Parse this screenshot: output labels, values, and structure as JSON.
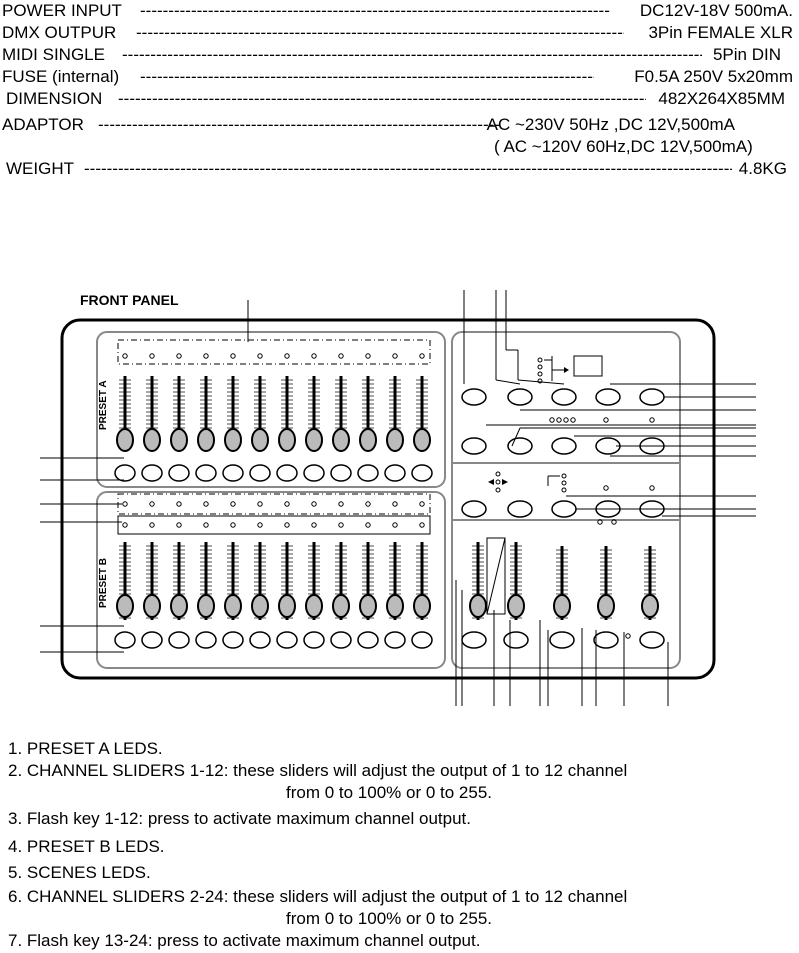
{
  "specs": [
    {
      "key": "POWER INPUT",
      "value": "DC12V-18V  500mA."
    },
    {
      "key": "DMX OUTPUR",
      "value": "3Pin FEMALE XLR"
    },
    {
      "key": "MIDI SINGLE",
      "value": "5Pin DIN"
    },
    {
      "key": "FUSE (internal)",
      "value": "F0.5A  250V  5x20mm"
    },
    {
      "key": "DIMENSION",
      "value": "482X264X85MM"
    },
    {
      "key": "ADAPTOR",
      "value": "AC ~230V 50Hz ,DC 12V,500mA"
    },
    {
      "key": "",
      "value": "( AC ~120V 60Hz,DC 12V,500mA)"
    },
    {
      "key": "WEIGHT",
      "value": "4.8KG"
    }
  ],
  "panel": {
    "title": "FRONT PANEL",
    "preset_a_label": "PRESET A",
    "preset_b_label": "PRESET B"
  },
  "items": [
    "1. PRESET A LEDS.",
    "2. CHANNEL SLIDERS 1-12: these sliders will adjust the output of 1 to 12 channel",
    "from 0 to 100% or 0 to 255.",
    "3. Flash key 1-12: press to activate maximum channel output.",
    "4. PRESET B LEDS.",
    "5. SCENES LEDS.",
    "6. CHANNEL SLIDERS 2-24: these sliders will adjust the output of 1 to 12 channel",
    "from 0 to 100% or 0 to 255.",
    "7. Flash key 13-24: press to activate maximum channel output."
  ]
}
